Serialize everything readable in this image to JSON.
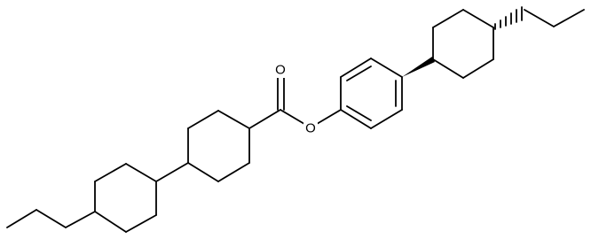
{
  "figure": {
    "type": "skeletal-structure",
    "background_color": "#ffffff",
    "line_color": "#000000"
  },
  "atoms": {
    "carbonyl_oxygen": "O",
    "ester_oxygen": "O"
  }
}
